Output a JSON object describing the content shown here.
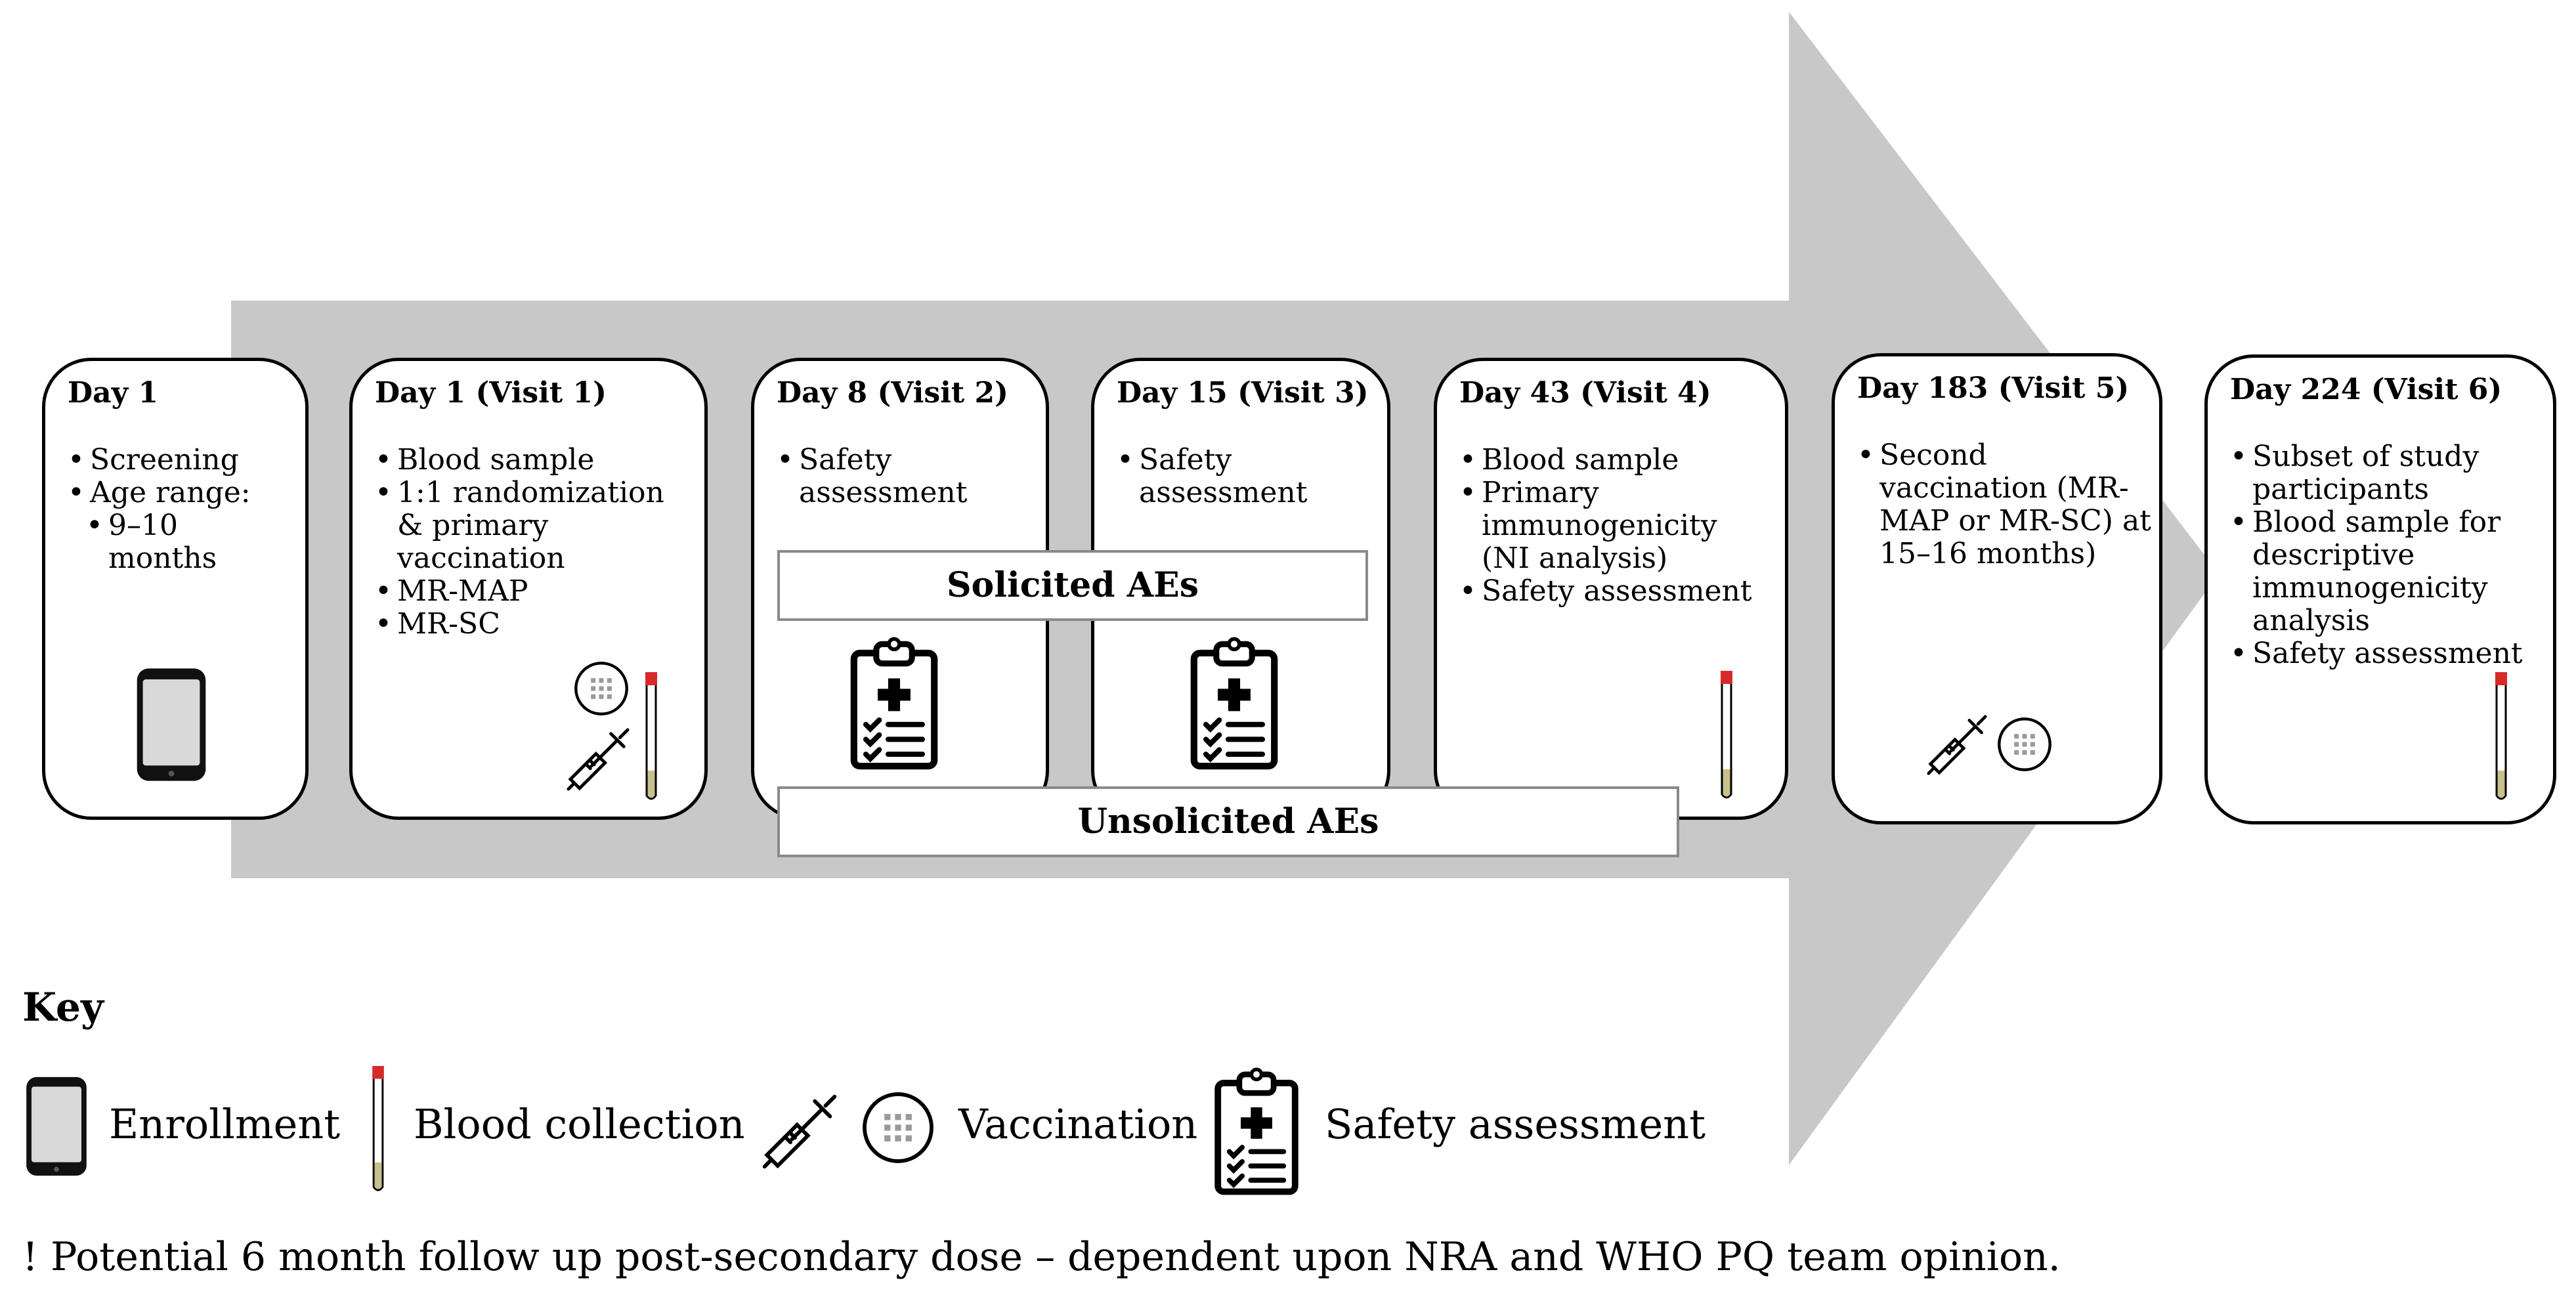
{
  "colors": {
    "arrow": "#c8c8c8",
    "tube_cap": "#d62a2a",
    "tube_fill": "#c9c08a"
  },
  "boxes": [
    {
      "title": "Day 1",
      "bullets": [
        "Screening",
        "Age range:"
      ],
      "sub_bullets": [
        "9–10 months"
      ],
      "icons": [
        "tablet-icon"
      ]
    },
    {
      "title": "Day 1 (Visit 1)",
      "bullets": [
        "Blood sample",
        "1:1 randomization & primary vaccination"
      ],
      "sub_bullets": [
        "MR-MAP",
        "MR-SC"
      ],
      "icons": [
        "patch-icon",
        "syringe-icon",
        "blood-tube-icon"
      ]
    },
    {
      "title": "Day 8 (Visit 2)",
      "bullets": [
        "Safety assessment"
      ],
      "icons": [
        "clipboard-icon"
      ]
    },
    {
      "title": "Day 15 (Visit 3)",
      "bullets": [
        "Safety assessment"
      ],
      "icons": [
        "clipboard-icon"
      ]
    },
    {
      "title": "Day 43 (Visit 4)",
      "bullets": [
        "Blood sample",
        "Primary immunogenicity (NI analysis)",
        "Safety assessment"
      ],
      "icons": [
        "blood-tube-icon"
      ]
    },
    {
      "title": "Day 183 (Visit 5)",
      "bullets": [
        "Second vaccination (MR-MAP or MR-SC) at 15–16 months)"
      ],
      "icons": [
        "syringe-icon",
        "patch-icon"
      ]
    },
    {
      "title": "Day 224 (Visit 6)",
      "bullets": [
        "Subset of study participants",
        "Blood sample for descriptive immunogenicity analysis",
        "Safety assessment"
      ],
      "icons": [
        "blood-tube-icon"
      ]
    }
  ],
  "solicited_label": "Solicited AEs",
  "unsolicited_label": "Unsolicited AEs",
  "key": {
    "title": "Key",
    "items": [
      {
        "icon": "tablet-icon",
        "label": "Enrollment"
      },
      {
        "icon": "blood-tube-icon",
        "label": "Blood collection"
      },
      {
        "icon": "syringe-icon",
        "label": "Vaccination"
      },
      {
        "icon": "clipboard-icon",
        "label": "Safety assessment"
      }
    ]
  },
  "footnote": "! Potential 6 month follow up post-secondary dose – dependent upon NRA and WHO PQ team opinion."
}
